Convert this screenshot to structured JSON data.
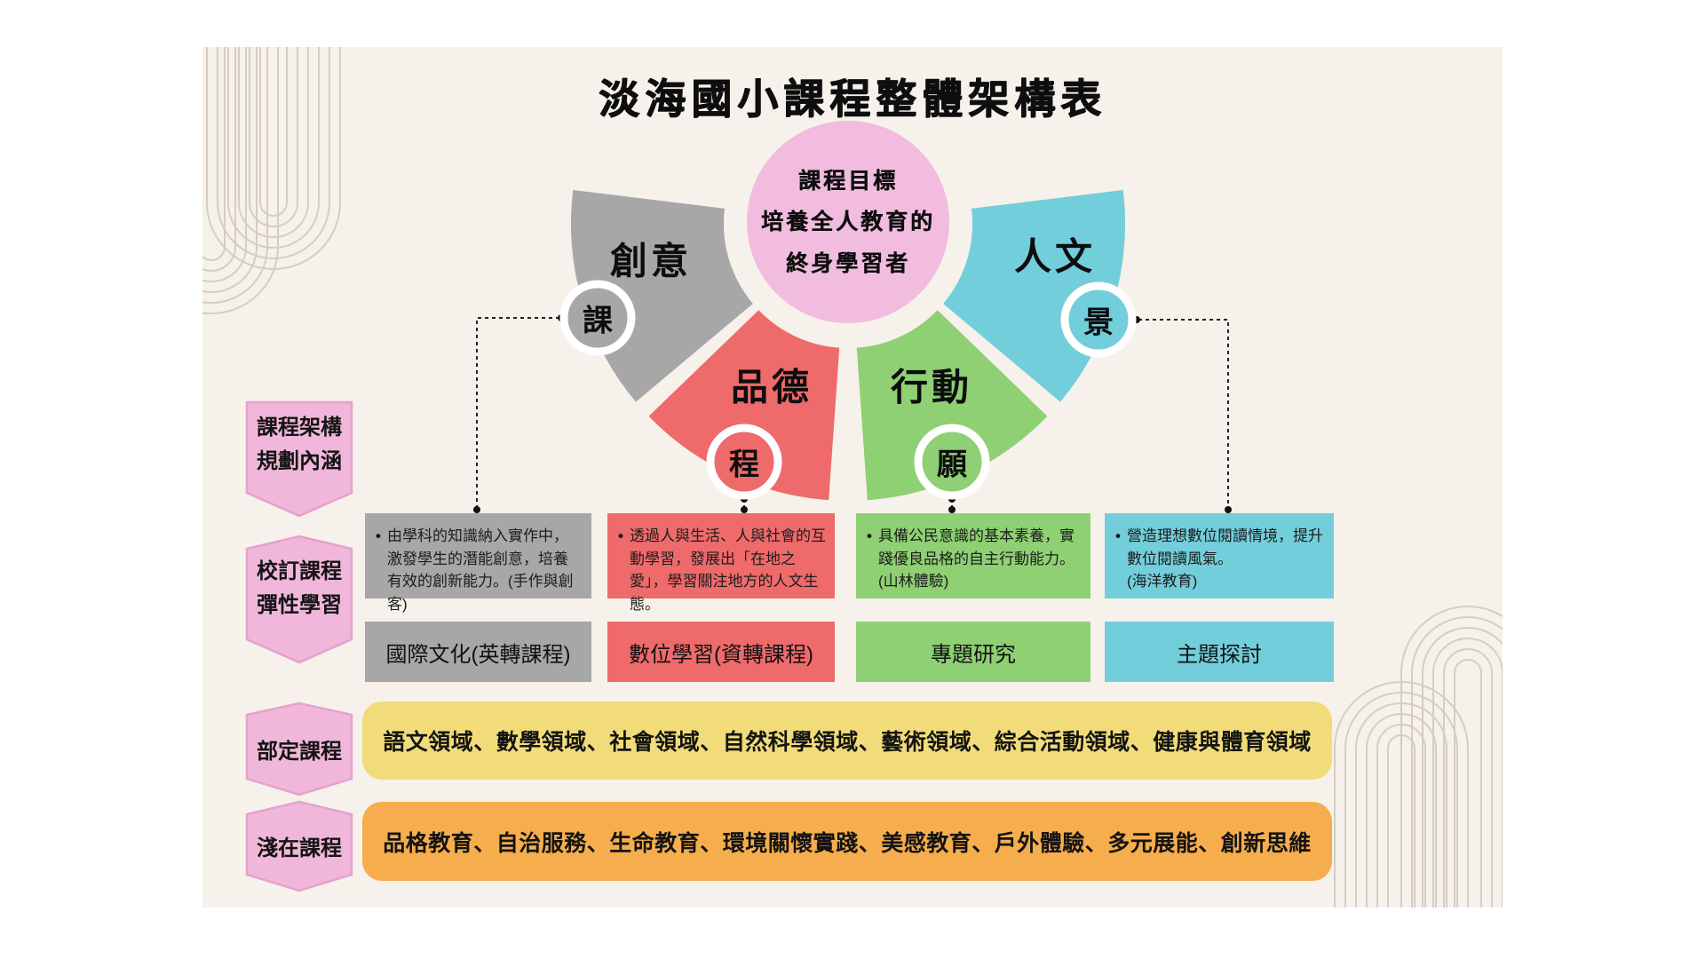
{
  "page": {
    "title": "淡海國小課程整體架構表",
    "bullet": "•"
  },
  "goal_circle": {
    "line1": "課程目標",
    "line2": "培養全人教育的",
    "line3": "終身學習者"
  },
  "wedges": [
    {
      "label": "創意",
      "badge": "課",
      "color": "#a7a7a7"
    },
    {
      "label": "品德",
      "badge": "程",
      "color": "#ee6a6b"
    },
    {
      "label": "行動",
      "badge": "願",
      "color": "#8ed073"
    },
    {
      "label": "人文",
      "badge": "景",
      "color": "#73cedb"
    }
  ],
  "side_banners": [
    {
      "line1": "課程架構",
      "line2": "規劃內涵"
    },
    {
      "line1": "校訂課程",
      "line2": "彈性學習"
    },
    {
      "line1": "部定課程"
    },
    {
      "line1": "淺在課程"
    }
  ],
  "flexible_courses": [
    {
      "description": "由學科的知識納入實作中，激發學生的潛能創意，培養有效的創新能力。(手作與創客)",
      "program": "國際文化(英轉課程)"
    },
    {
      "description": "透過人與生活、人與社會的互動學習，發展出「在地之愛」，學習關注地方的人文生態。",
      "program": "數位學習(資轉課程)"
    },
    {
      "description": "具備公民意識的基本素養，實踐優良品格的自主行動能力。\n(山林體驗)",
      "program": "專題研究"
    },
    {
      "description": "營造理想數位閱讀情境，提升數位閱讀風氣。\n(海洋教育)",
      "program": "主題探討"
    }
  ],
  "mandated_courses": "語文領域、數學領域、社會領域、自然科學領域、藝術領域、綜合活動領域、健康與體育領域",
  "hidden_courses": "品格教育、自治服務、生命教育、環境關懷實踐、美感教育、戶外體驗、多元展能、創新思維",
  "colors": {
    "canvas": "#f6f1ea",
    "goal_circle": "#f1bcdd",
    "banner_fill": "#f1b7da",
    "banner_stroke": "#e5a2cc",
    "gray": "#a7a7a7",
    "red": "#ee6a6b",
    "green": "#8ed073",
    "cyan": "#73cedb",
    "yellow_bar": "#f2dc79",
    "orange_bar": "#f6ad4d",
    "deco_arcs": "#d5cdc4",
    "connector": "#222222"
  }
}
